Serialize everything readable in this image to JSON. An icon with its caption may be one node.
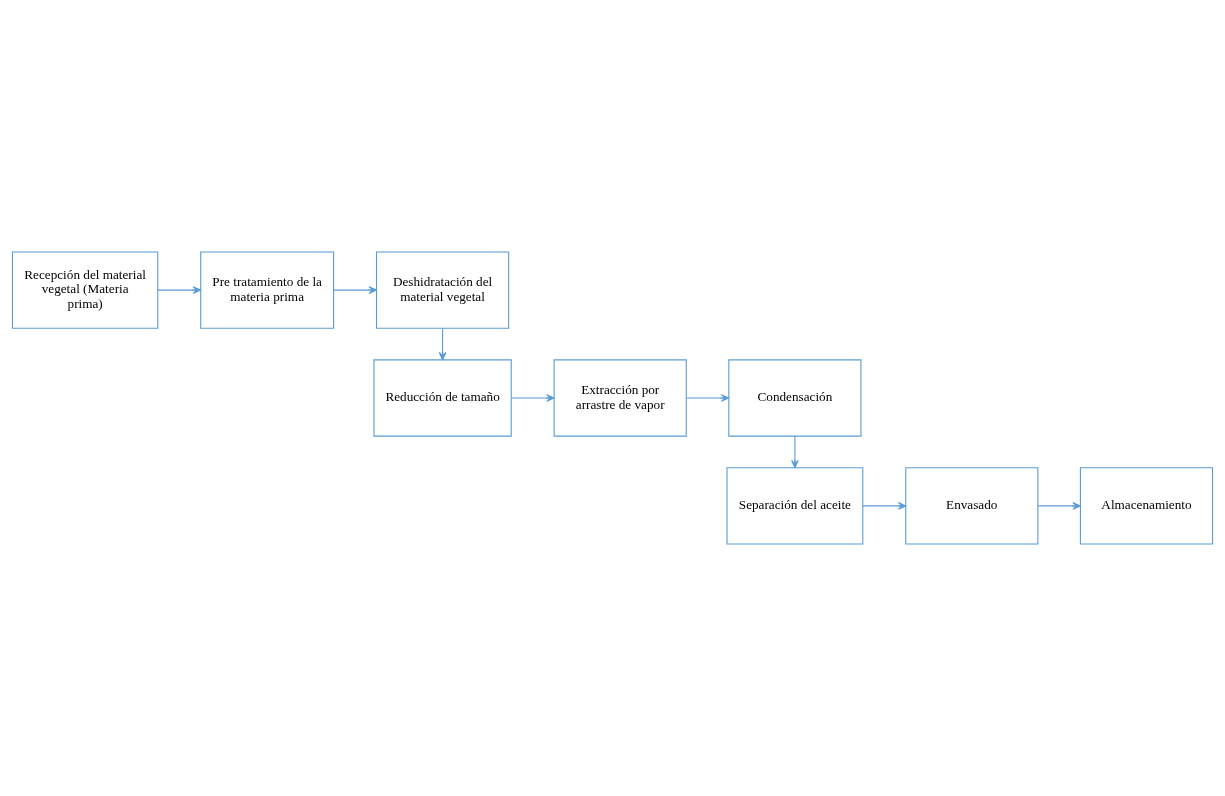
{
  "diagram": {
    "nodes": [
      {
        "text": [
          "Recepción del material vegetal (Materia prima)"
        ]
      },
      {
        "text": [
          "Pre tratamiento de la materia prima"
        ]
      },
      {
        "text": [
          "Deshidratación del material vegetal"
        ]
      },
      {
        "text": [
          "Reducción de tamaño"
        ]
      },
      {
        "text": [
          "Extracción por arrastre de vapor"
        ]
      },
      {
        "text": [
          "Condensación"
        ]
      },
      {
        "text": [
          "Separación del aceite"
        ]
      },
      {
        "text": [
          "Envasado"
        ]
      },
      {
        "text": [
          "Almacenamiento"
        ]
      }
    ],
    "edges": [
      {
        "from": 0,
        "to": 1,
        "arrow": "to"
      },
      {
        "from": 1,
        "to": 2,
        "arrow": "to"
      },
      {
        "from": 2,
        "to": 3,
        "arrow": "to"
      },
      {
        "from": 3,
        "to": 4,
        "arrow": "to"
      },
      {
        "from": 4,
        "to": 5,
        "arrow": "to"
      },
      {
        "from": 5,
        "to": 6,
        "arrow": "to"
      },
      {
        "from": 6,
        "to": 7,
        "arrow": "to"
      },
      {
        "from": 7,
        "to": 8,
        "arrow": "to"
      }
    ]
  }
}
